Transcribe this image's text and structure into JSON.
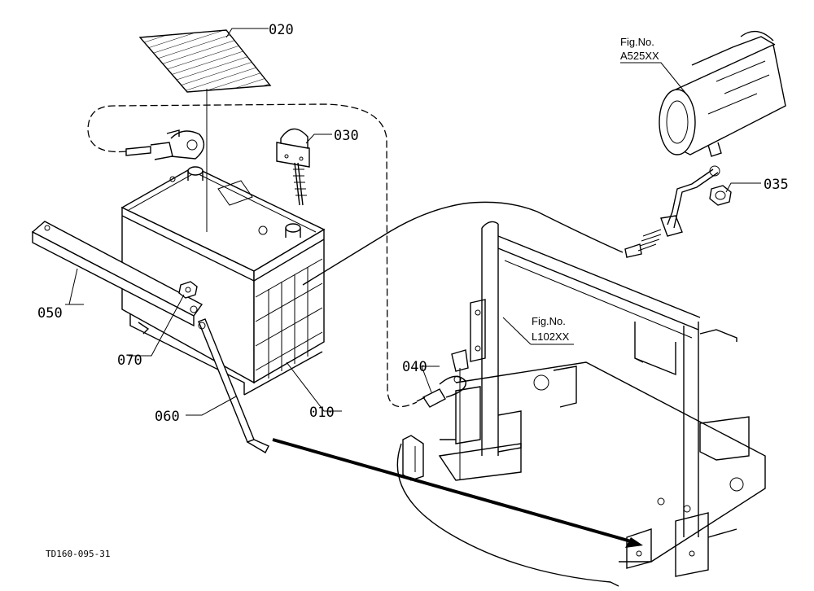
{
  "labels": {
    "p010": "010",
    "p020": "020",
    "p030": "030",
    "p035": "035",
    "p040": "040",
    "p050": "050",
    "p060": "060",
    "p070": "070"
  },
  "references": {
    "ref_a_title": "Fig.No.",
    "ref_a_code": "A525XX",
    "ref_b_title": "Fig.No.",
    "ref_b_code": "L102XX"
  },
  "drawing_id": "TD160-095-31"
}
